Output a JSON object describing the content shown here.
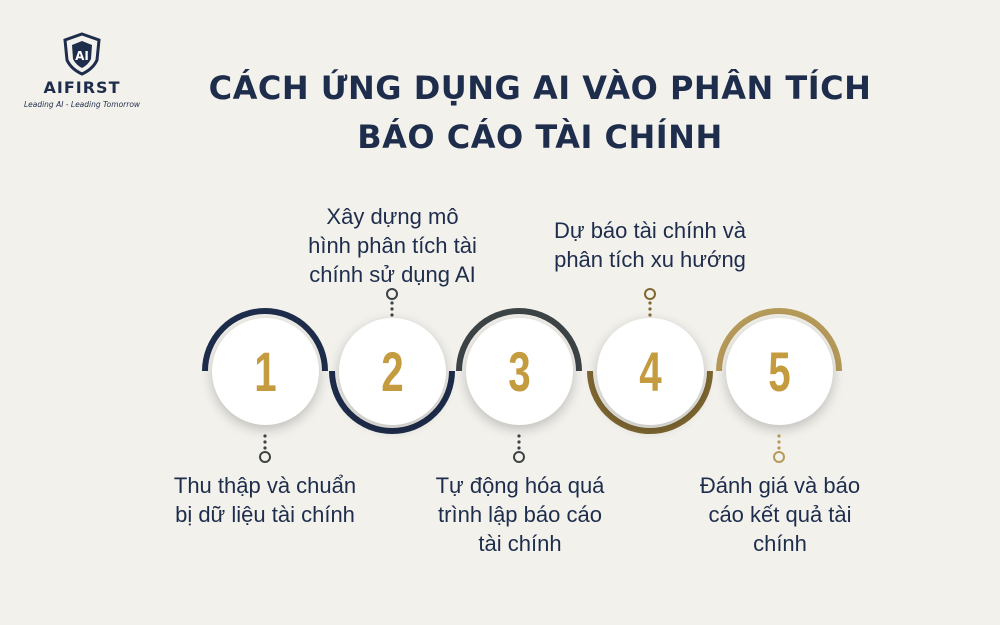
{
  "logo": {
    "mark_text": "AI",
    "brand": "AIFIRST",
    "tagline": "Leading AI - Leading Tomorrow"
  },
  "title": {
    "line1": "CÁCH ỨNG DỤNG AI VÀO PHÂN TÍCH",
    "line2": "BÁO CÁO TÀI CHÍNH"
  },
  "colors": {
    "navy": "#1e2d4c",
    "gold": "#c49b3f",
    "dark_gray": "#3d4446",
    "bronze": "#7e6731",
    "tan": "#b59a5a",
    "background": "#f3f1ec"
  },
  "steps": [
    {
      "number": "1",
      "label_lines": [
        "Thu thập và chuẩn",
        "bị dữ liệu tài chính"
      ]
    },
    {
      "number": "2",
      "label_lines": [
        "Xây dựng mô",
        "hình phân tích tài",
        "chính sử dụng AI"
      ]
    },
    {
      "number": "3",
      "label_lines": [
        "Tự động hóa quá",
        "trình lập báo cáo",
        "tài chính"
      ]
    },
    {
      "number": "4",
      "label_lines": [
        "Dự báo tài chính và",
        "phân tích xu hướng"
      ]
    },
    {
      "number": "5",
      "label_lines": [
        "Đánh giá và báo",
        "cáo kết quả tài",
        "chính"
      ]
    }
  ]
}
